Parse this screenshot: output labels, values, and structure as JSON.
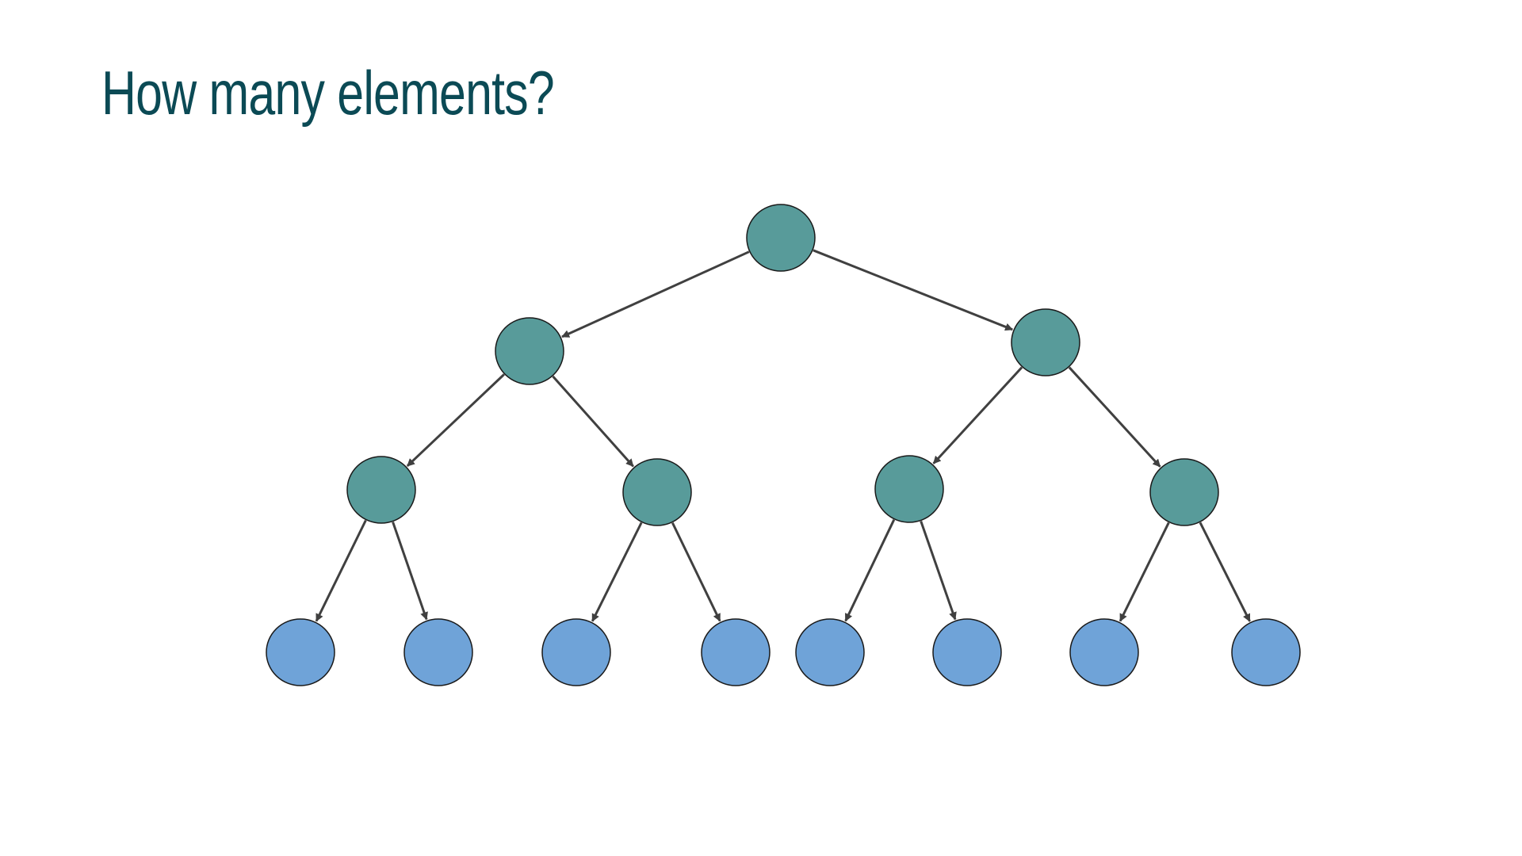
{
  "slide": {
    "title": "How many elements?"
  },
  "colors": {
    "title": "#0b4a55",
    "internal_node": "#589b9a",
    "leaf_node": "#6fa3d8",
    "edge": "#404040",
    "node_stroke": "#1a1a1a"
  },
  "tree": {
    "levels": 4,
    "node_count": 15,
    "edges": [
      [
        0,
        1
      ],
      [
        0,
        2
      ],
      [
        1,
        3
      ],
      [
        1,
        4
      ],
      [
        2,
        5
      ],
      [
        2,
        6
      ],
      [
        3,
        7
      ],
      [
        3,
        8
      ],
      [
        4,
        9
      ],
      [
        4,
        10
      ],
      [
        5,
        11
      ],
      [
        5,
        12
      ],
      [
        6,
        13
      ],
      [
        6,
        14
      ]
    ]
  }
}
